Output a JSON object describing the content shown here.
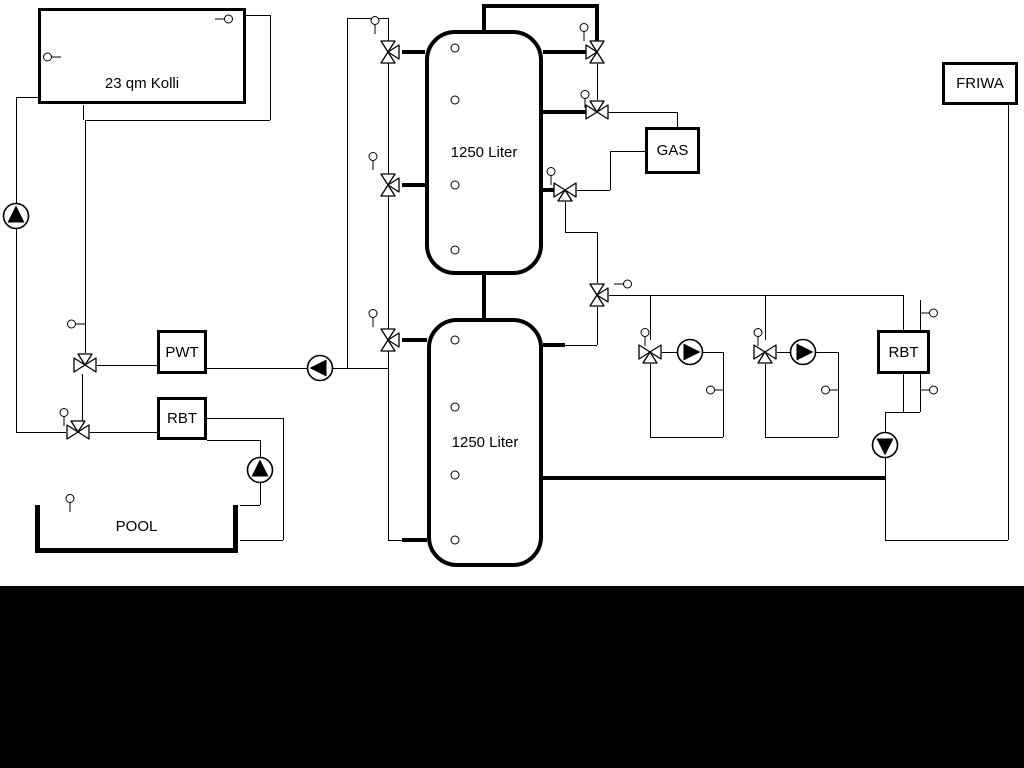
{
  "labels": {
    "collector": "23 qm Kolli",
    "tank_top": "1250 Liter",
    "tank_bottom": "1250 Liter",
    "pwt": "PWT",
    "rbt_left": "RBT",
    "rbt_right": "RBT",
    "gas": "GAS",
    "friwa": "FRIWA",
    "pool": "POOL"
  },
  "colors": {
    "line": "#000000",
    "background": "#ffffff",
    "letterbox": "#000000"
  }
}
